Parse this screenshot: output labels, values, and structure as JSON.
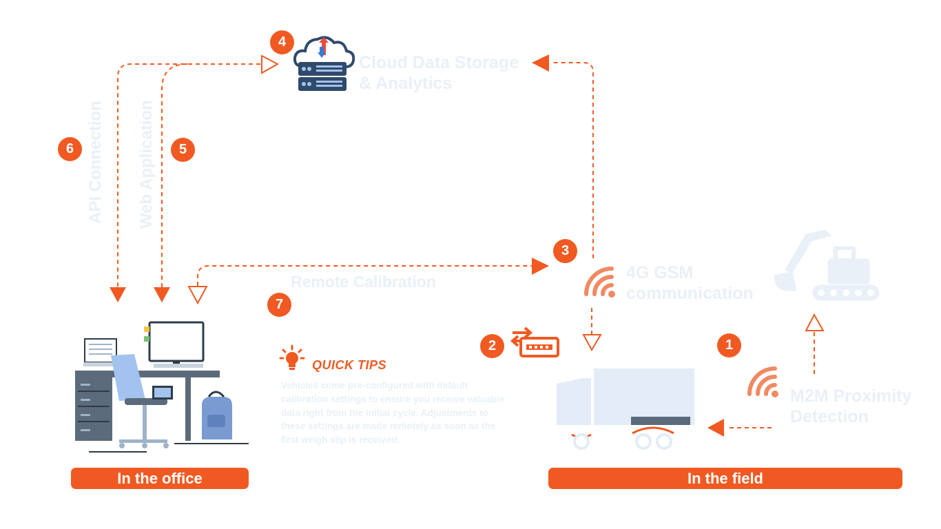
{
  "labels": {
    "cloud": [
      "Cloud Data Storage",
      "& Analytics"
    ],
    "gsm": [
      "4G GSM",
      "communication"
    ],
    "m2m": [
      "M2M Proximity",
      "Detection"
    ],
    "remote": "Remote Calibration",
    "api": "API Connection",
    "web": "Web Application"
  },
  "steps": [
    "1",
    "2",
    "3",
    "4",
    "5",
    "6",
    "7"
  ],
  "tips": {
    "title": "QUICK TIPS",
    "body": "Vehicles come pre-configured with default calibration settings to ensure you receive valuable data right from the initial cycle. Adjustments to these settings are made remotely as soon as the first weigh slip is received."
  },
  "places": {
    "office": "In the office",
    "field": "In the field"
  },
  "colors": {
    "accent": "#f05a22",
    "faint_text": "#e9f0f7",
    "cloud_server": "#2f4a6b",
    "office_chair": "#a3c3ee"
  },
  "icons": [
    "cloud-server-icon",
    "wifi-signal-icon",
    "excavator-icon",
    "truck-icon",
    "data-device-icon",
    "lightbulb-icon",
    "office-desk-icon"
  ]
}
